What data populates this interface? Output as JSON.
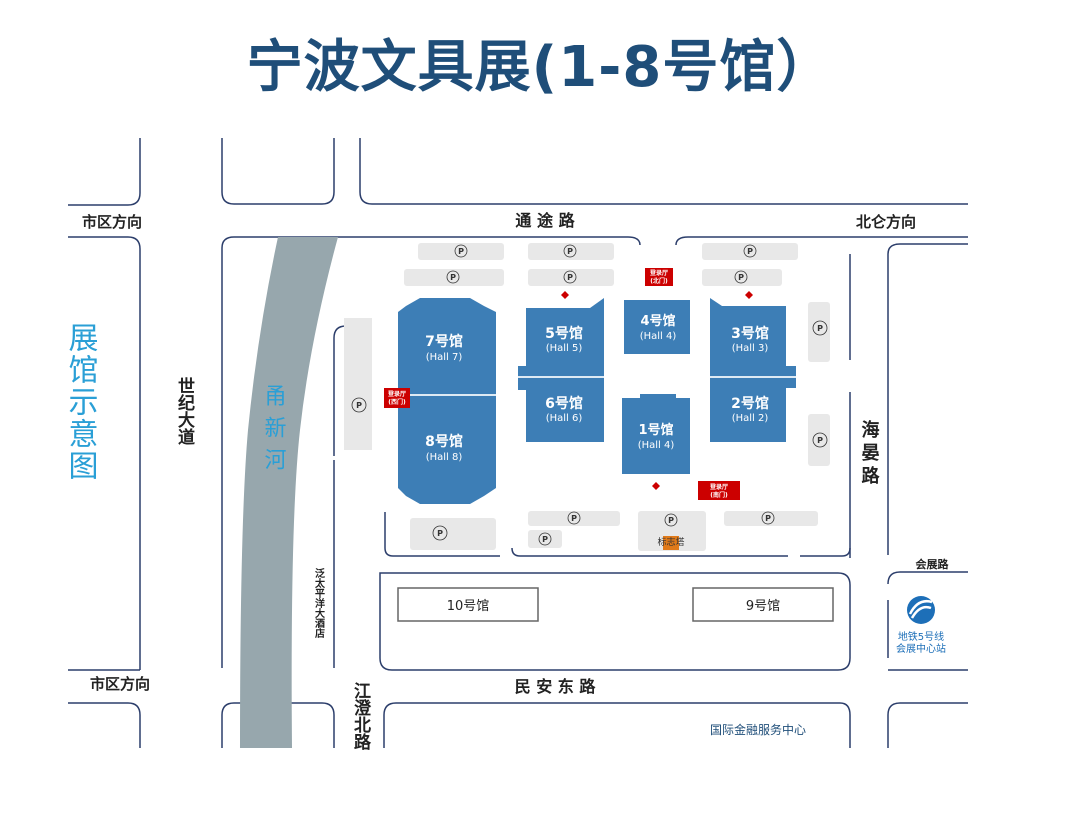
{
  "title": "宁波文具展(1-8号馆）",
  "legend_side": "展馆示意图",
  "roads": {
    "top": "通 途 路",
    "bottom": "民 安 东 路",
    "left_vertical": "世纪大道",
    "right_vertical": "海晏路",
    "bottom_vertical": "江澄北路",
    "right_small": "会展路"
  },
  "directions": {
    "top_left": "市区方向",
    "bottom_left": "市区方向",
    "top_right": "北仑方向"
  },
  "river": "甬新河",
  "hotel": "泛太平洋大酒店",
  "halls": [
    {
      "id": "hall7",
      "name": "7号馆",
      "sub": "(Hall 7)"
    },
    {
      "id": "hall8",
      "name": "8号馆",
      "sub": "(Hall 8)"
    },
    {
      "id": "hall5",
      "name": "5号馆",
      "sub": "(Hall 5)"
    },
    {
      "id": "hall6",
      "name": "6号馆",
      "sub": "(Hall 6)"
    },
    {
      "id": "hall4",
      "name": "4号馆",
      "sub": "(Hall 4)"
    },
    {
      "id": "hall1",
      "name": "1号馆",
      "sub": "(Hall 4)"
    },
    {
      "id": "hall3",
      "name": "3号馆",
      "sub": "(Hall 3)"
    },
    {
      "id": "hall2",
      "name": "2号馆",
      "sub": "(Hall 2)"
    }
  ],
  "other_halls": [
    "10号馆",
    "9号馆"
  ],
  "registration": {
    "north": [
      "登录厅",
      "(北门)"
    ],
    "west": [
      "登录厅",
      "(西门)"
    ],
    "south": [
      "登录厅",
      "(南门)"
    ]
  },
  "tower": "标志塔",
  "metro": [
    "地铁5号线",
    "会展中心站"
  ],
  "finance_center": "国际金融服务中心",
  "parking": "P",
  "colors": {
    "hall": "#3d7eb6",
    "title": "#1f4e79",
    "road_line": "#2c3e6b",
    "river": "#97a7ad",
    "registration": "#cc0000",
    "legend": "#2a9fd6"
  }
}
